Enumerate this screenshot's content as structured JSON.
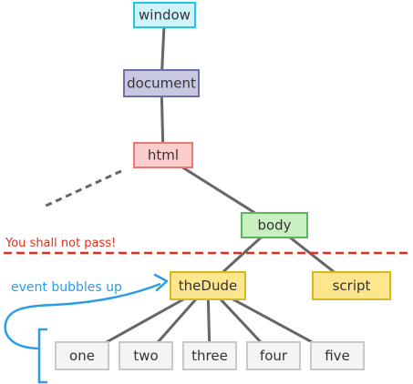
{
  "nodes": {
    "window": {
      "label": "window",
      "fill": "#cdf4fb",
      "stroke": "#25c3e6"
    },
    "document": {
      "label": "document",
      "fill": "#c8c8e3",
      "stroke": "#6e6ea8"
    },
    "html": {
      "label": "html",
      "fill": "#fdcdcd",
      "stroke": "#ec7777"
    },
    "body": {
      "label": "body",
      "fill": "#c9efc2",
      "stroke": "#5db55a"
    },
    "theDude": {
      "label": "theDude",
      "fill": "#fde68c",
      "stroke": "#d6b62a"
    },
    "script": {
      "label": "script",
      "fill": "#fde68c",
      "stroke": "#d6b62a"
    },
    "one": {
      "label": "one",
      "fill": "#f4f4f4",
      "stroke": "#c8c8c8"
    },
    "two": {
      "label": "two",
      "fill": "#f4f4f4",
      "stroke": "#c8c8c8"
    },
    "three": {
      "label": "three",
      "fill": "#f4f4f4",
      "stroke": "#c8c8c8"
    },
    "four": {
      "label": "four",
      "fill": "#f4f4f4",
      "stroke": "#c8c8c8"
    },
    "five": {
      "label": "five",
      "fill": "#f4f4f4",
      "stroke": "#c8c8c8"
    }
  },
  "edges": [
    [
      "window",
      "document"
    ],
    [
      "document",
      "html"
    ],
    [
      "html",
      "body"
    ],
    [
      "body",
      "theDude"
    ],
    [
      "body",
      "script"
    ],
    [
      "theDude",
      "one"
    ],
    [
      "theDude",
      "two"
    ],
    [
      "theDude",
      "three"
    ],
    [
      "theDude",
      "four"
    ],
    [
      "theDude",
      "five"
    ]
  ],
  "annotations": {
    "barrier_text": "You shall not pass!",
    "bubble_text": "event bubbles up"
  },
  "colors": {
    "text": "#333333",
    "edge": "#666666",
    "barrier": "#e0301e",
    "bubble": "#2a9de4"
  }
}
